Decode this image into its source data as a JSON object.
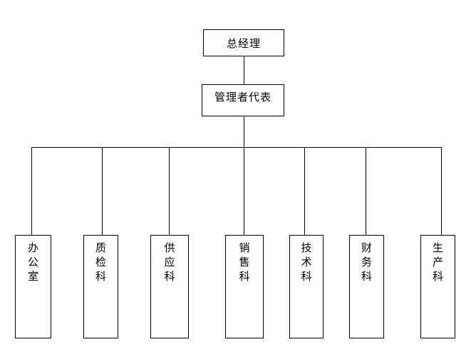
{
  "diagram": {
    "type": "organization-chart",
    "background": "#ffffff",
    "line_color": "#000000",
    "text_color": "#000000",
    "root": {
      "label": "总经理"
    },
    "representative": {
      "label": "管理者代表"
    },
    "departments": [
      {
        "label": "办公室"
      },
      {
        "label": "质检科"
      },
      {
        "label": "供应科"
      },
      {
        "label": "销售科"
      },
      {
        "label": "技术科"
      },
      {
        "label": "财务科"
      },
      {
        "label": "生产科"
      }
    ],
    "edges": [
      "总经理 -> 管理者代表",
      "管理者代表 -> 办公室",
      "管理者代表 -> 质检科",
      "管理者代表 -> 供应科",
      "管理者代表 -> 销售科",
      "管理者代表 -> 技术科",
      "管理者代表 -> 财务科",
      "管理者代表 -> 生产科"
    ]
  }
}
